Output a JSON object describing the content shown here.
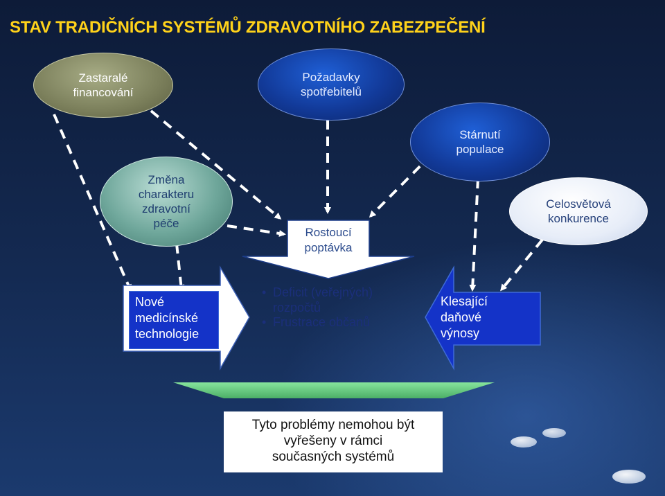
{
  "title": "STAV TRADIČNÍCH SYSTÉMŮ ZDRAVOTNÍHO ZABEZPEČENÍ",
  "nodes": {
    "financing": [
      "Zastaralé",
      "financování"
    ],
    "consumer_demands": [
      "Požadavky",
      "spotřebitelů"
    ],
    "aging": [
      "Stárnutí",
      "populace"
    ],
    "care_change": [
      "Změna",
      "charakteru",
      "zdravotní",
      "péče"
    ],
    "growing_demand": [
      "Rostoucí",
      "poptávka"
    ],
    "global_competition": [
      "Celosvětová",
      "konkurence"
    ],
    "new_tech": [
      "Nové",
      "medicínské",
      "technologie"
    ],
    "tax_revenue": [
      "Klesající",
      "daňové",
      "výnosy"
    ]
  },
  "center_bullets": [
    [
      "Deficit (veřejných)",
      "rozpočtů"
    ],
    [
      "Frustrace občanů"
    ]
  ],
  "conclusion": [
    "Tyto problémy nemohou být",
    "vyřešeny v rámci",
    "současných systémů"
  ],
  "colors": {
    "title": "#ffd21a",
    "arrows": "#ffffff",
    "dark_blue_box": "#1433c8"
  }
}
